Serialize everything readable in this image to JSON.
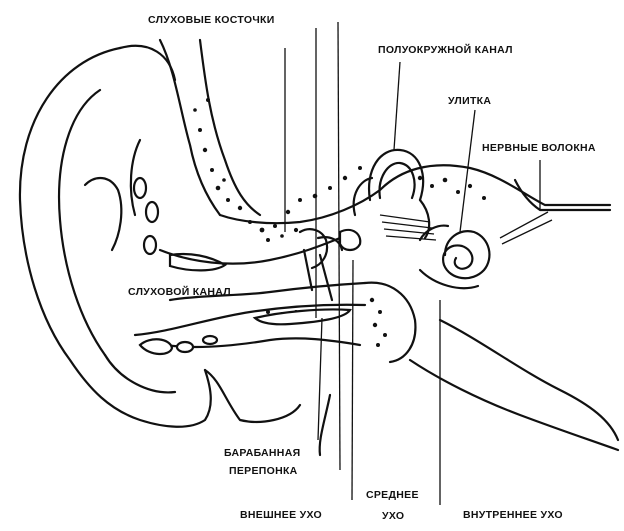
{
  "labels": {
    "ossicles": "СЛУХОВЫЕ КОСТОЧКИ",
    "semicircular_canal": "ПОЛУОКРУЖНОЙ КАНАЛ",
    "cochlea": "УЛИТКА",
    "nerve_fibers": "НЕРВНЫЕ ВОЛОКНА",
    "ear_canal": "СЛУХОВОЙ КАНАЛ",
    "eardrum_line1": "БАРАБАННАЯ",
    "eardrum_line2": "ПЕРЕПОНКА",
    "outer_ear": "ВНЕШНЕЕ УХО",
    "middle_ear_line1": "СРЕДНЕЕ",
    "middle_ear_line2": "УХО",
    "inner_ear": "ВНУТРЕННЕЕ УХО"
  }
}
